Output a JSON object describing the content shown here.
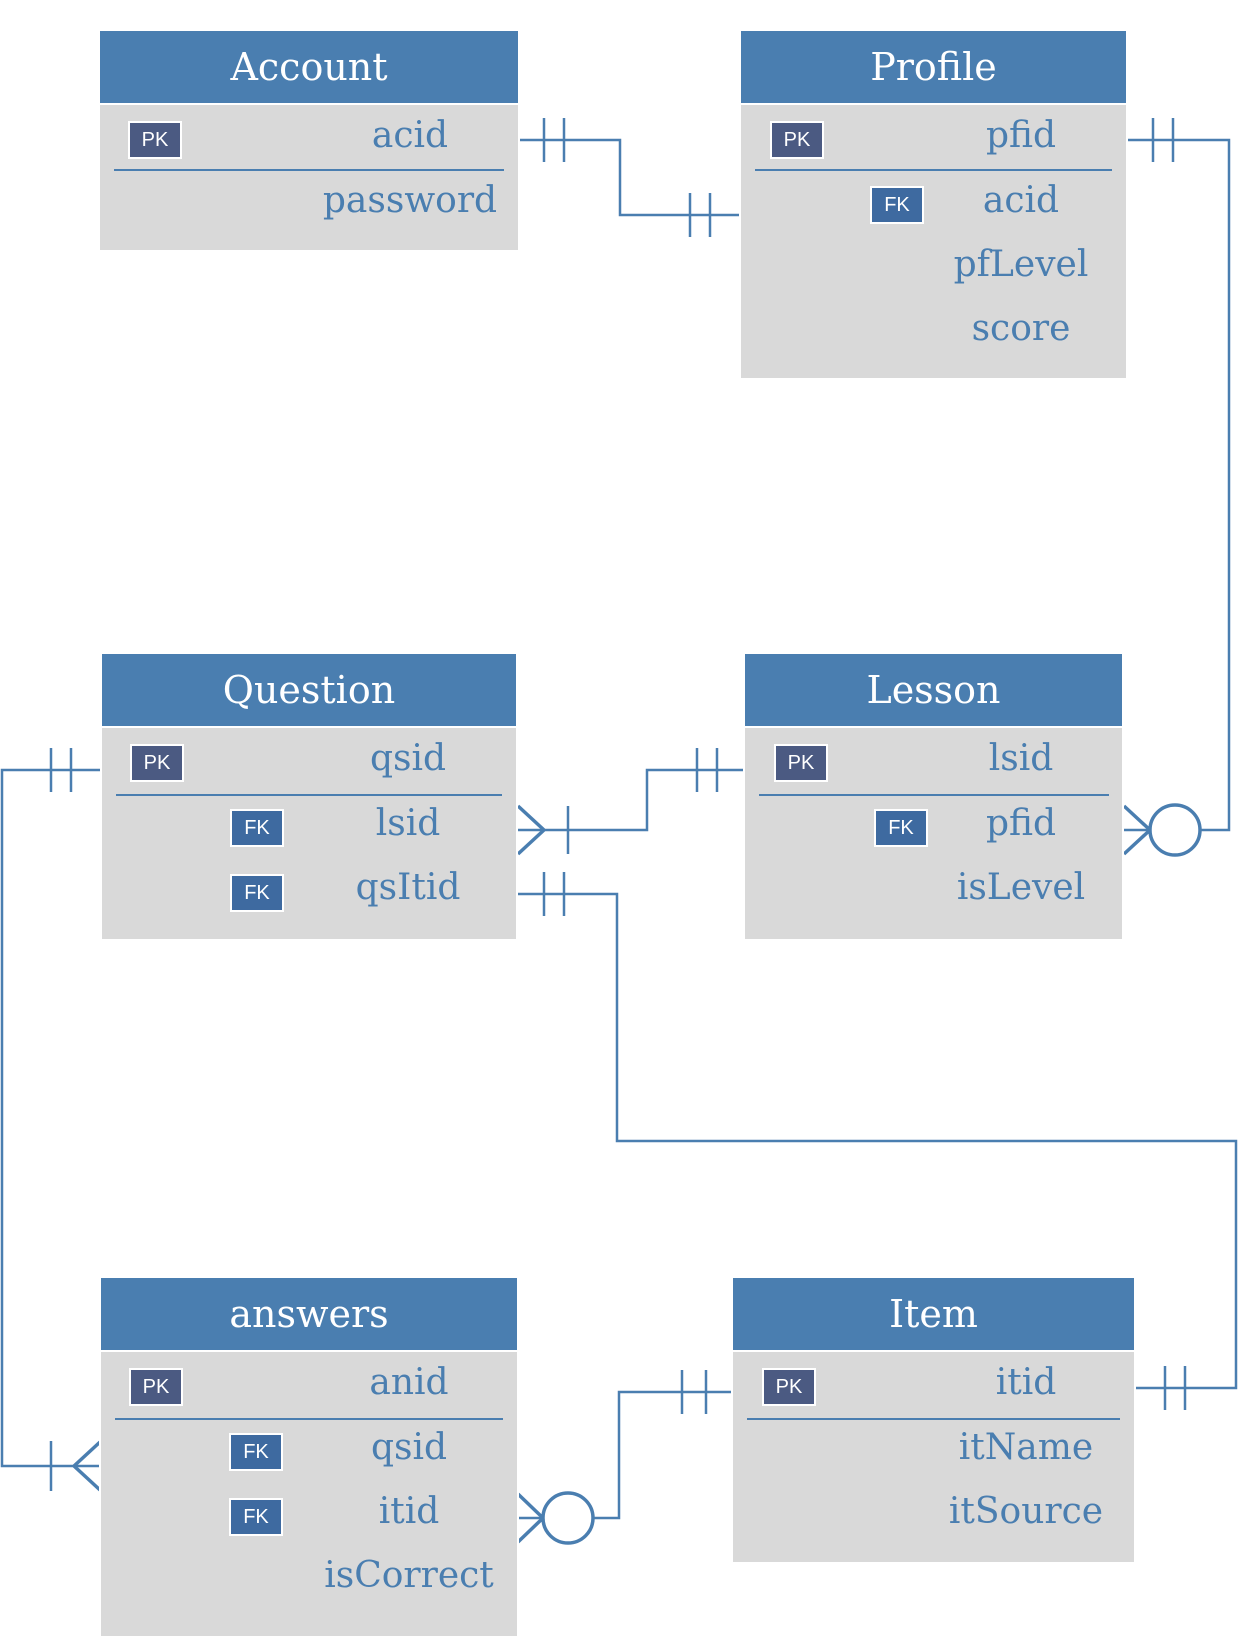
{
  "colors": {
    "header": "#4a7eb0",
    "body": "#d9d9d9",
    "pk_badge": "#4b5a82",
    "fk_badge": "#3e6aa0",
    "line": "#4a7eb0"
  },
  "entities": {
    "account": {
      "title": "Account",
      "pk_label": "PK",
      "fk_label": "FK",
      "attrs": [
        "acid",
        "password"
      ]
    },
    "profile": {
      "title": "Profile",
      "pk_label": "PK",
      "fk_label": "FK",
      "attrs": [
        "pfid",
        "acid",
        "pfLevel",
        "score"
      ]
    },
    "question": {
      "title": "Question",
      "pk_label": "PK",
      "fk_label": "FK",
      "attrs": [
        "qsid",
        "lsid",
        "qsItid"
      ]
    },
    "lesson": {
      "title": "Lesson",
      "pk_label": "PK",
      "fk_label": "FK",
      "attrs": [
        "lsid",
        "pfid",
        "isLevel"
      ]
    },
    "answers": {
      "title": "answers",
      "pk_label": "PK",
      "fk_label": "FK",
      "attrs": [
        "anid",
        "qsid",
        "itid",
        "isCorrect"
      ]
    },
    "item": {
      "title": "Item",
      "pk_label": "PK",
      "fk_label": "FK",
      "attrs": [
        "itid",
        "itName",
        "itSource"
      ]
    }
  },
  "relationships": [
    {
      "from": "Account.acid",
      "from_card": "one-and-only-one",
      "to": "Profile.acid",
      "to_card": "one-and-only-one"
    },
    {
      "from": "Profile.pfid",
      "from_card": "one-and-only-one",
      "to": "Lesson.pfid",
      "to_card": "zero-or-many"
    },
    {
      "from": "Lesson.lsid",
      "from_card": "one-and-only-one",
      "to": "Question.lsid",
      "to_card": "one-or-many"
    },
    {
      "from": "Question.qsid",
      "from_card": "one-and-only-one",
      "to": "answers.qsid",
      "to_card": "one-or-many"
    },
    {
      "from": "Item.itid",
      "from_card": "one-and-only-one",
      "to": "Question.qsItid",
      "to_card": "one-and-only-one"
    },
    {
      "from": "Item.itid",
      "from_card": "one-and-only-one",
      "to": "answers.itid",
      "to_card": "zero-or-many"
    }
  ]
}
